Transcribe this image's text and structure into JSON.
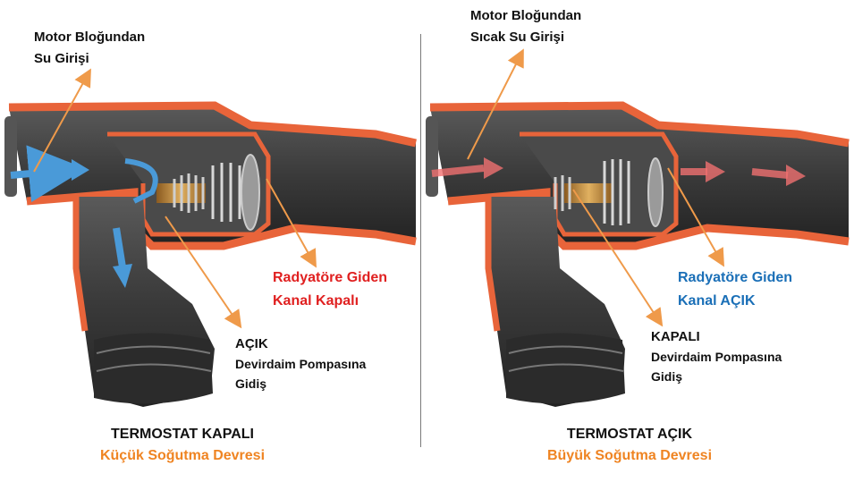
{
  "left": {
    "inlet_label": [
      "Motor Bloğundan",
      "Su Girişi"
    ],
    "radiator_label": [
      "Radyatöre Giden",
      "Kanal Kapalı"
    ],
    "pump_state": "AÇIK",
    "pump_label": [
      "Devirdaim Pompasına",
      "Gidiş"
    ],
    "caption_title": "TERMOSTAT KAPALI",
    "caption_subtitle": "Küçük Soğutma  Devresi"
  },
  "right": {
    "inlet_label": [
      "Motor Bloğundan",
      "Sıcak Su Girişi"
    ],
    "radiator_label": [
      "Radyatöre Giden",
      "Kanal AÇIK"
    ],
    "pump_state": "KAPALI",
    "pump_label": [
      "Devirdaim Pompasına",
      "Gidiş"
    ],
    "caption_title": "TERMOSTAT AÇIK",
    "caption_subtitle": "Büyük Soğutma  Devresi"
  },
  "colors": {
    "housing_cut": "#e8643a",
    "housing_dark": "#3a3a3a",
    "leader": "#ef9a4a",
    "flow_blue": "#4a9ad8",
    "flow_red": "#f07070",
    "closed_text": "#e02020",
    "open_text": "#1a6fb7",
    "subtitle": "#ef8422"
  }
}
